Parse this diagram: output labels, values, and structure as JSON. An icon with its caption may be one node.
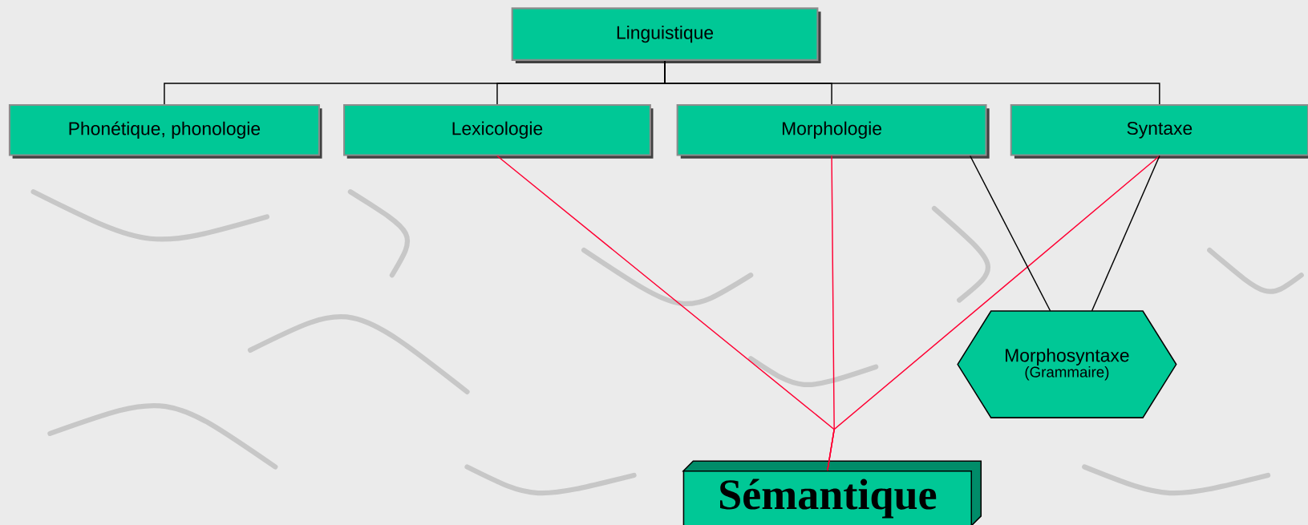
{
  "diagram": {
    "nodes": [
      {
        "text": [
          "Linguistique"
        ]
      },
      {
        "text": [
          "Phonétique, phonologie"
        ]
      },
      {
        "text": [
          "Lexicologie"
        ]
      },
      {
        "text": [
          "Morphologie"
        ]
      },
      {
        "text": [
          "Syntaxe"
        ]
      },
      {
        "text": [
          "Morphosyntaxe",
          "(Grammaire)"
        ]
      },
      {
        "text": [
          "Sémantique"
        ]
      }
    ],
    "edges": [
      {
        "from": 0,
        "to": 1,
        "arrow": "none"
      },
      {
        "from": 0,
        "to": 2,
        "arrow": "none"
      },
      {
        "from": 0,
        "to": 3,
        "arrow": "none"
      },
      {
        "from": 0,
        "to": 4,
        "arrow": "none"
      },
      {
        "from": 2,
        "to": 6,
        "arrow": "none",
        "color": "#ff0033"
      },
      {
        "from": 3,
        "to": 6,
        "arrow": "none",
        "color": "#ff0033"
      },
      {
        "from": 4,
        "to": 6,
        "arrow": "none",
        "color": "#ff0033"
      },
      {
        "from": 3,
        "to": 5,
        "arrow": "none"
      },
      {
        "from": 4,
        "to": 5,
        "arrow": "none"
      }
    ]
  }
}
